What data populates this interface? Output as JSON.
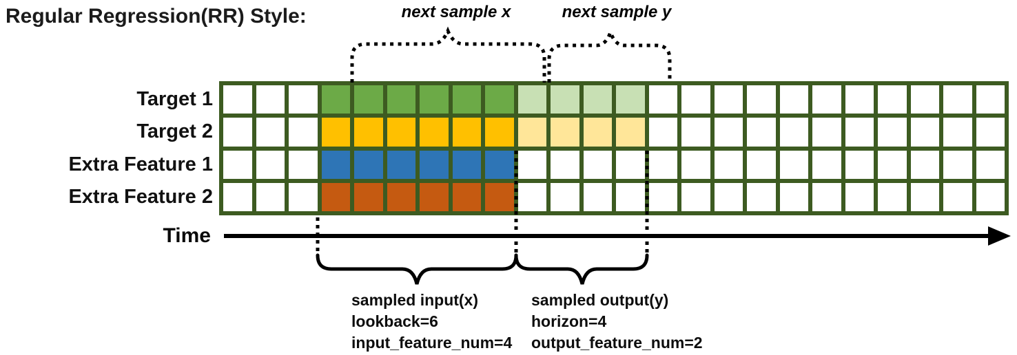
{
  "title": "Regular Regression(RR) Style:",
  "colors": {
    "grid_border": "#3d5b21",
    "empty_cell": "#ffffff",
    "annotation_ink": "#000000"
  },
  "grid": {
    "total_columns": 24,
    "empty_before": 3,
    "lookback": 6,
    "horizon": 4,
    "rows": [
      {
        "label": "Target 1",
        "input_color": "#6caa47",
        "output_color": "#c8e0b4"
      },
      {
        "label": "Target 2",
        "input_color": "#ffc000",
        "output_color": "#ffe699"
      },
      {
        "label": "Extra Feature 1",
        "input_color": "#2e75b6",
        "output_color": null
      },
      {
        "label": "Extra Feature 2",
        "input_color": "#c55a11",
        "output_color": null
      }
    ]
  },
  "axis": {
    "label": "Time"
  },
  "top_annotations": {
    "next_sample_x": "next sample x",
    "next_sample_y": "next sample y"
  },
  "bottom_annotations": {
    "input": {
      "title": "sampled input(x)",
      "lookback": "lookback=6",
      "feature_num": "input_feature_num=4"
    },
    "output": {
      "title": "sampled output(y)",
      "horizon": "horizon=4",
      "feature_num": "output_feature_num=2"
    }
  }
}
